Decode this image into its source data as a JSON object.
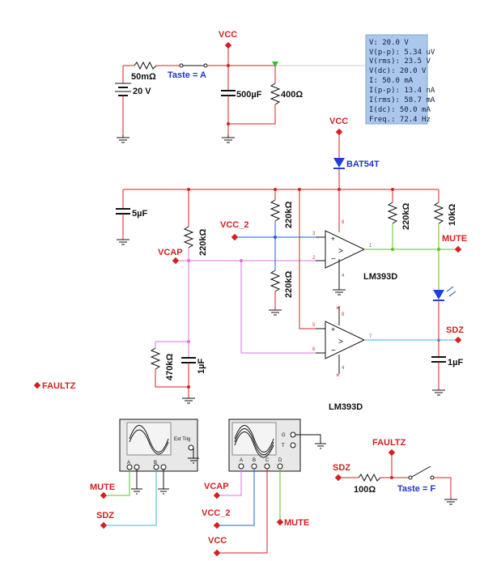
{
  "labels": {
    "vcc_top": "VCC",
    "r_series": "50mΩ",
    "v_source": "20 V",
    "switch_a": "Taste = A",
    "cap_500": "500µF",
    "r_400": "400Ω",
    "vcc_mid": "VCC",
    "diode": "BAT54T",
    "cap_5u": "5µF",
    "vcc2": "VCC_2",
    "vcap": "VCAP",
    "r_220_a": "220kΩ",
    "r_220_b": "220kΩ",
    "r_220_c": "220kΩ",
    "r_220_d": "220kΩ",
    "r_10k": "10kΩ",
    "mute": "MUTE",
    "comp1": "LM393D",
    "comp2": "LM393D",
    "sdz": "SDZ",
    "r_470k": "470kΩ",
    "cap_1u_a": "1µF",
    "cap_1u_b": "1µF",
    "faultz": "FAULTZ",
    "ext_trig": "Ext Trig",
    "scope1_a": "A",
    "scope1_b": "B",
    "scope2_a": "A",
    "scope2_b": "B",
    "scope2_c": "C",
    "scope2_d": "D",
    "scope2_g": "G",
    "scope2_t": "T",
    "osc1_mute": "MUTE",
    "osc1_sdz": "SDZ",
    "osc2_vcap": "VCAP",
    "osc2_vcc2": "VCC_2",
    "osc2_vcc": "VCC",
    "osc2_mute": "MUTE",
    "faultz_2": "FAULTZ",
    "sdz_2": "SDZ",
    "r_100": "100Ω",
    "switch_f": "Taste = F"
  },
  "pins": {
    "u1_p8": "8",
    "u1_p3": "3",
    "u1_p2": "2",
    "u1_p1": "1",
    "u1_p4": "4",
    "u2_p8": "8",
    "u2_p5": "5",
    "u2_p6": "6",
    "u2_p7": "7",
    "u2_p4": "4"
  },
  "probe": {
    "lines": [
      "V: 20.0 V",
      "V(p-p): 5.34 uV",
      "V(rms): 23.5 V",
      "V(dc): 20.0 V",
      "I: 50.0 mA",
      "I(p-p): 13.4 nA",
      "I(rms): 58.7 mA",
      "I(dc): 50.0 mA",
      "Freq.: 72.4 Hz"
    ]
  },
  "colors": {
    "wire_red": "#d42020",
    "wire_blue": "#1f5fd8",
    "wire_pink": "#e070e0",
    "wire_green": "#60c020",
    "wire_cyan": "#40b0d8",
    "label_blue": "#2233cc",
    "probe_bg": "#aac8ec"
  }
}
